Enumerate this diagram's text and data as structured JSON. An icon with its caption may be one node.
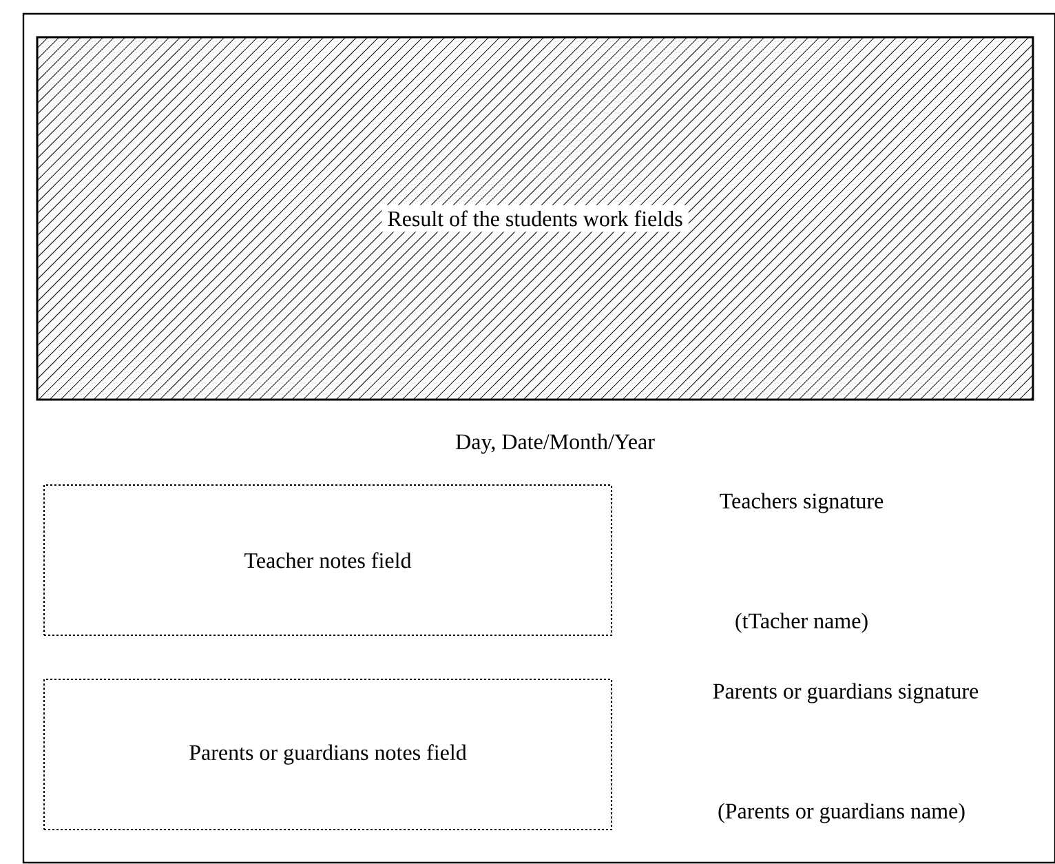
{
  "diagram": {
    "nodes": [
      {
        "text": [
          "Result of the students work fields"
        ]
      },
      {
        "text": [
          "Teacher notes field"
        ]
      },
      {
        "text": [
          "Parents or guardians notes field"
        ]
      }
    ],
    "labels": [
      "Day, Date/Month/Year",
      "Teachers signature",
      "(tTacher name)",
      "Parents or guardians signature",
      "(Parents or guardians name)"
    ]
  }
}
